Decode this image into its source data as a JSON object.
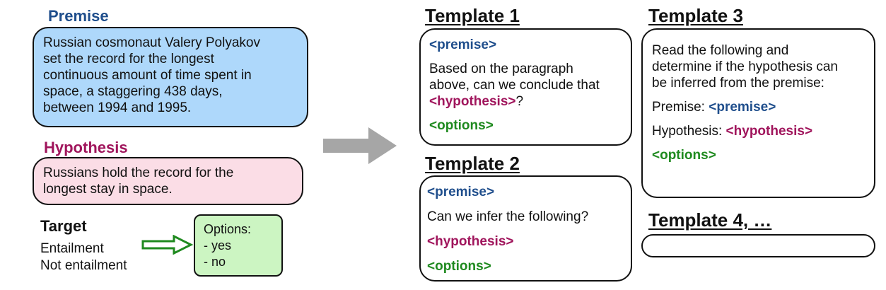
{
  "left": {
    "premise_label": "Premise",
    "premise_lines": [
      "Russian cosmonaut Valery Polyakov",
      "set the record for the longest",
      "continuous amount of time spent in",
      "space, a staggering 438 days,",
      "between 1994 and 1995."
    ],
    "hypothesis_label": "Hypothesis",
    "hypothesis_lines": [
      "Russians hold the record for the",
      "longest stay in space."
    ],
    "target_label": "Target",
    "targets": [
      "Entailment",
      "Not entailment"
    ],
    "options_title": "Options:",
    "options": [
      "-  yes",
      "-  no"
    ]
  },
  "templates": {
    "t1": {
      "title": "Template 1",
      "premise": "<premise>",
      "body_lines": [
        "Based on the paragraph",
        "above, can we conclude that"
      ],
      "hypothesis": "<hypothesis>",
      "hypothesis_suffix": "?",
      "options": "<options>"
    },
    "t2": {
      "title": "Template 2",
      "premise": "<premise>",
      "question": "Can we infer the following?",
      "hypothesis": "<hypothesis>",
      "options": "<options>"
    },
    "t3": {
      "title": "Template 3",
      "body_lines": [
        "Read the following and",
        "determine if the hypothesis can",
        "be inferred from the premise:"
      ],
      "premise_prefix": "Premise: ",
      "premise": "<premise>",
      "hypothesis_prefix": "Hypothesis: ",
      "hypothesis": "<hypothesis>",
      "options": "<options>"
    },
    "t4": {
      "title": "Template 4, …"
    }
  },
  "colors": {
    "premise_blue": "#1f4e8c",
    "hypothesis_magenta": "#a0155c",
    "options_green": "#1f8a1f",
    "premise_box": "#aed8fb",
    "hypothesis_box": "#fbdde6",
    "options_box": "#ccf5c2",
    "arrow_gray": "#a6a6a6"
  }
}
